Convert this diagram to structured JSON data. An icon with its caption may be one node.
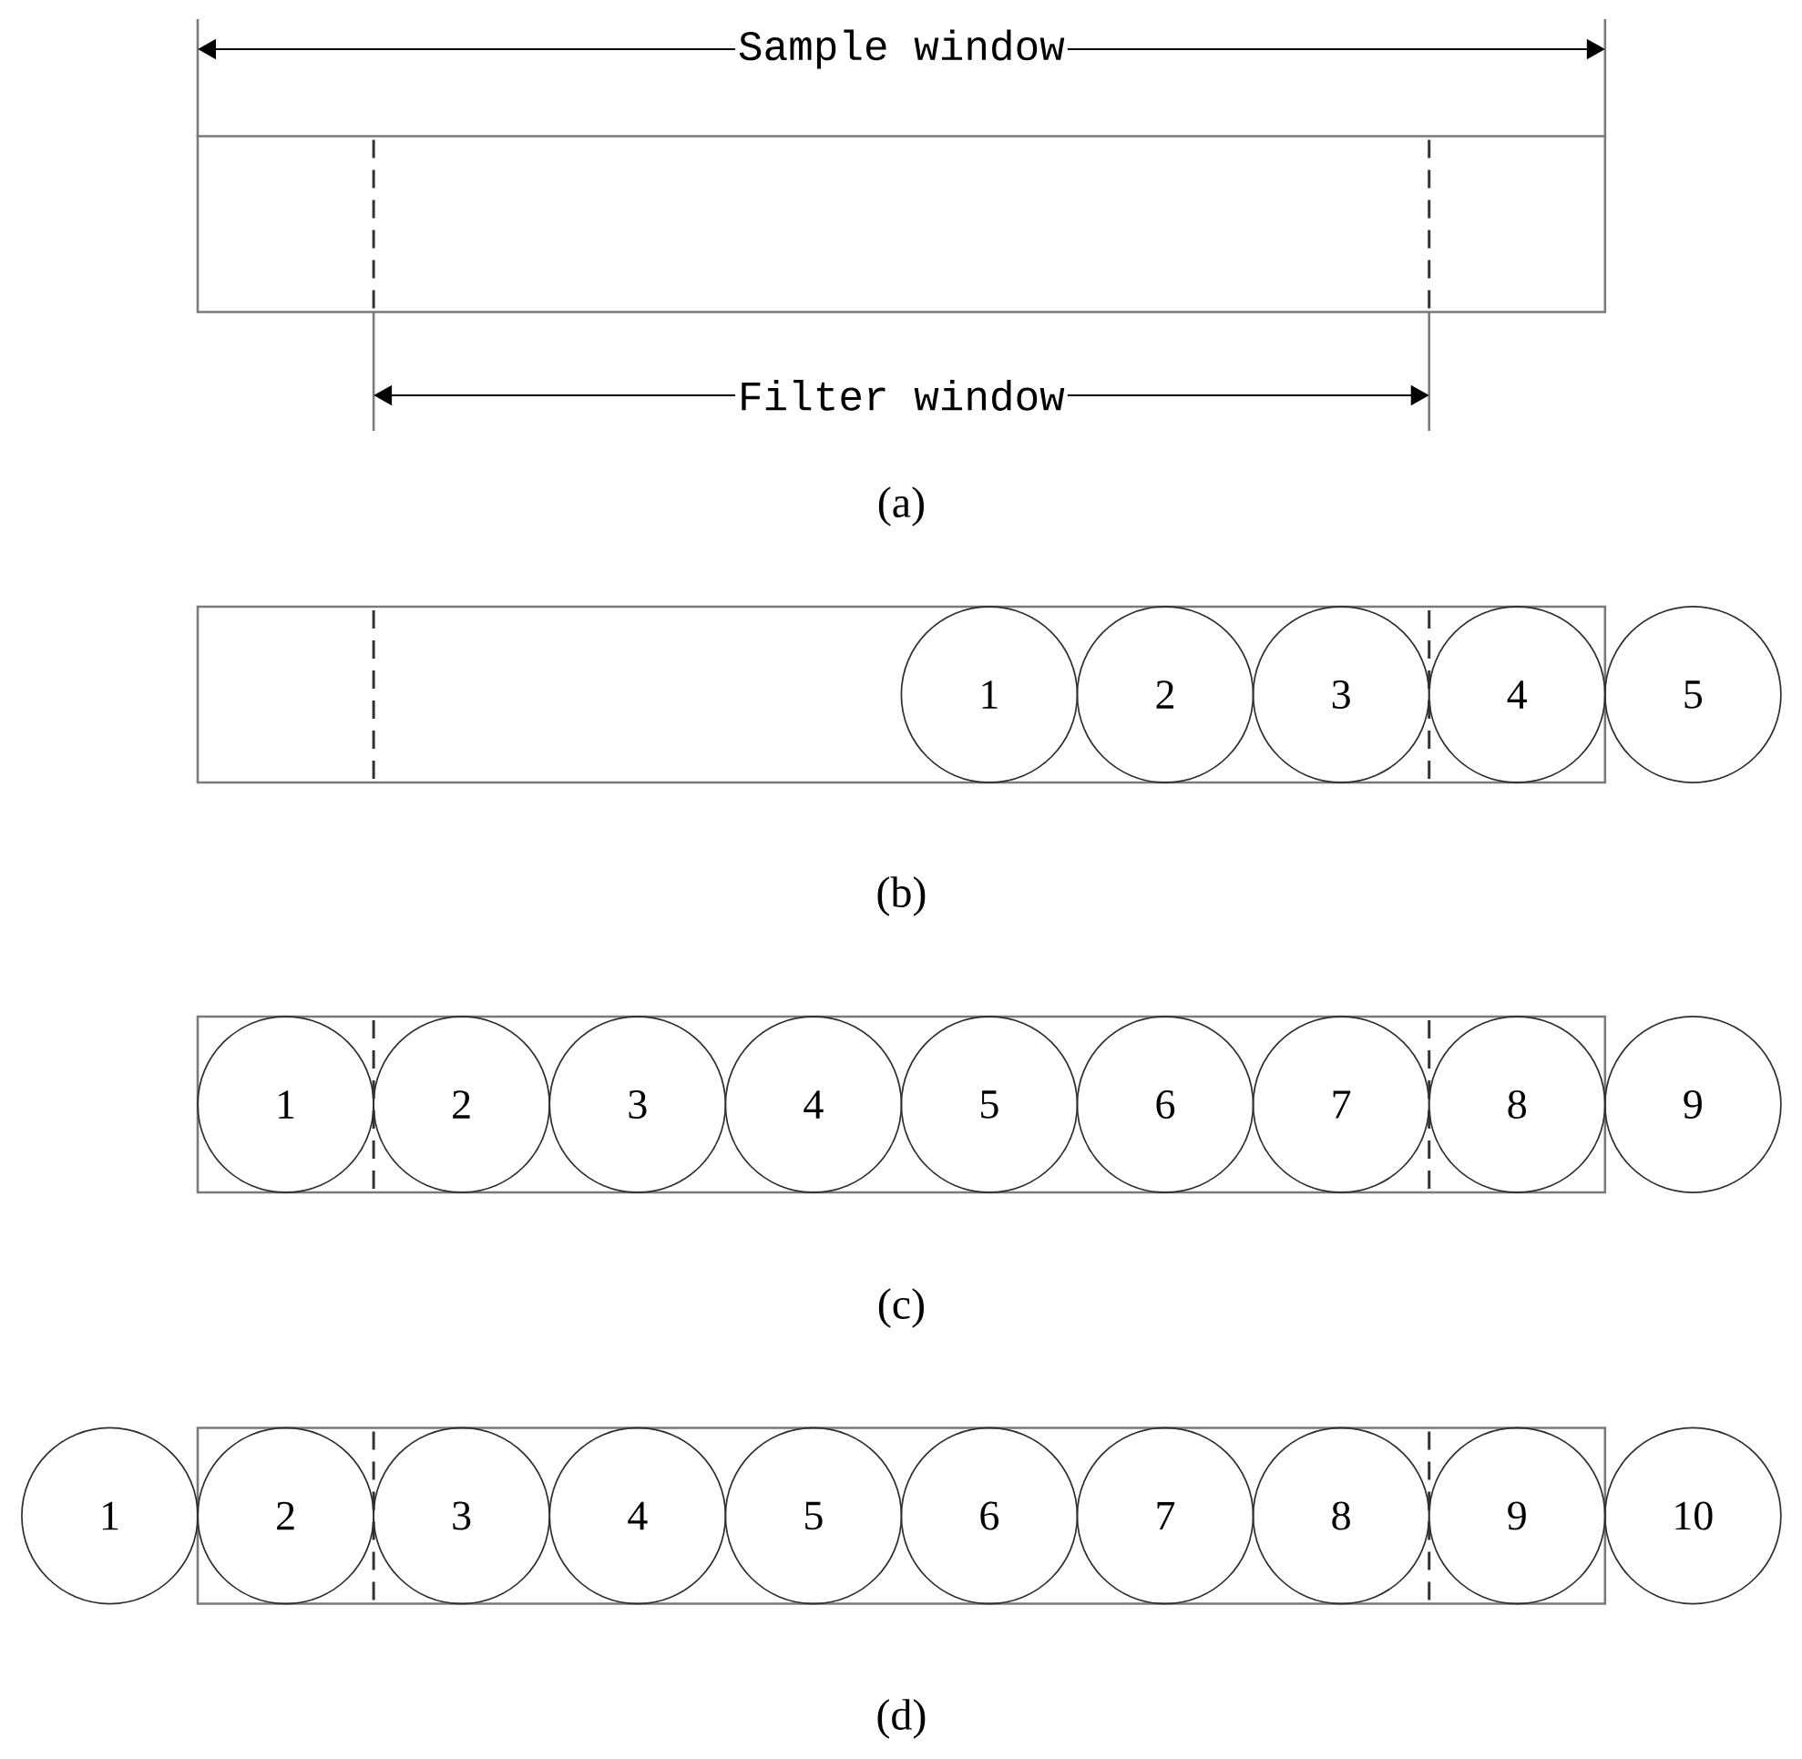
{
  "diagram": {
    "nodes": [
      {
        "text": [],
        "shape": "box"
      },
      {
        "text": [],
        "shape": "box"
      },
      {
        "text": [
          "1"
        ],
        "in": 1
      },
      {
        "text": [
          "2"
        ],
        "in": 1
      },
      {
        "text": [
          "3"
        ],
        "in": 1
      },
      {
        "text": [
          "4"
        ],
        "in": 1
      },
      {
        "text": [
          "5"
        ]
      },
      {
        "text": [],
        "shape": "box"
      },
      {
        "text": [
          "1"
        ],
        "in": 7
      },
      {
        "text": [
          "2"
        ],
        "in": 7
      },
      {
        "text": [
          "3"
        ],
        "in": 7
      },
      {
        "text": [
          "4"
        ],
        "in": 7
      },
      {
        "text": [
          "5"
        ],
        "in": 7
      },
      {
        "text": [
          "6"
        ],
        "in": 7
      },
      {
        "text": [
          "7"
        ],
        "in": 7
      },
      {
        "text": [
          "8"
        ],
        "in": 7
      },
      {
        "text": [
          "9"
        ]
      },
      {
        "text": [],
        "shape": "box"
      },
      {
        "text": [
          "1"
        ]
      },
      {
        "text": [
          "2"
        ],
        "in": 17
      },
      {
        "text": [
          "3"
        ],
        "in": 17
      },
      {
        "text": [
          "4"
        ],
        "in": 17
      },
      {
        "text": [
          "5"
        ],
        "in": 17
      },
      {
        "text": [
          "6"
        ],
        "in": 17
      },
      {
        "text": [
          "7"
        ],
        "in": 17
      },
      {
        "text": [
          "8"
        ],
        "in": 17
      },
      {
        "text": [
          "9"
        ],
        "in": 17
      },
      {
        "text": [
          "10"
        ]
      }
    ],
    "labels": [
      "Sample window",
      "Filter window",
      "(a)",
      "(b)",
      "(c)",
      "(d)"
    ]
  }
}
